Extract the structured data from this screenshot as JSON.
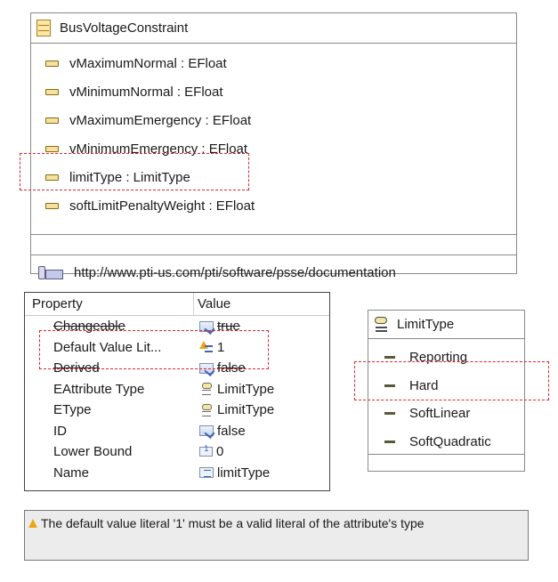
{
  "class_box": {
    "title": "BusVoltageConstraint",
    "icon": "eclass-icon",
    "attributes": [
      "vMaximumNormal : EFloat",
      "vMinimumNormal : EFloat",
      "vMaximumEmergency : EFloat",
      "vMinimumEmergency : EFloat",
      "limitType : LimitType",
      "softLimitPenaltyWeight : EFloat"
    ],
    "annotation": "http://www.pti-us.com/pti/software/psse/documentation"
  },
  "properties": {
    "header_property": "Property",
    "header_value": "Value",
    "rows": [
      {
        "property": "Changeable",
        "value": "true",
        "icon": "boolean-icon"
      },
      {
        "property": "Default Value Lit...",
        "value": "1",
        "icon": "warning-literal-icon"
      },
      {
        "property": "Derived",
        "value": "false",
        "icon": "boolean-icon"
      },
      {
        "property": "EAttribute Type",
        "value": "LimitType",
        "icon": "enum-icon"
      },
      {
        "property": "EType",
        "value": "LimitType",
        "icon": "enum-icon"
      },
      {
        "property": "ID",
        "value": "false",
        "icon": "boolean-icon"
      },
      {
        "property": "Lower Bound",
        "value": "0",
        "icon": "number-icon"
      },
      {
        "property": "Name",
        "value": "limitType",
        "icon": "literal-icon"
      }
    ]
  },
  "enum_box": {
    "title": "LimitType",
    "icon": "eenum-icon",
    "literals": [
      "Reporting",
      "Hard",
      "SoftLinear",
      "SoftQuadratic"
    ]
  },
  "warning": {
    "icon": "warning-icon",
    "message": "The default value literal '1' must be a valid literal of the attribute's type"
  },
  "colors": {
    "highlight": "#e0242a",
    "warning": "#e9a714"
  }
}
